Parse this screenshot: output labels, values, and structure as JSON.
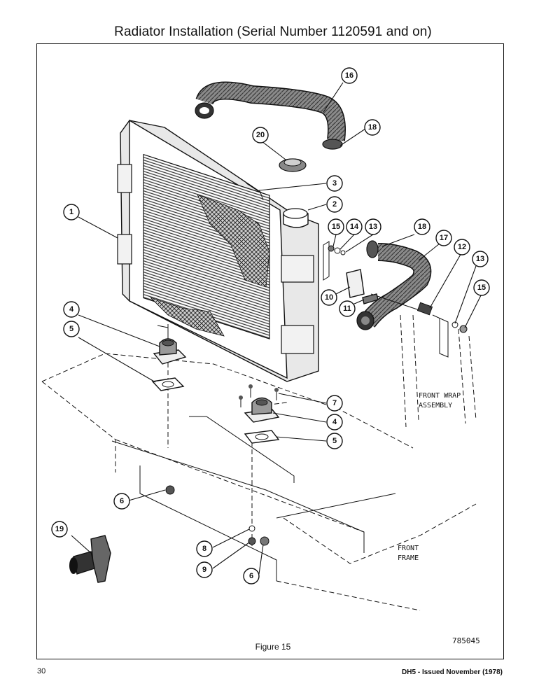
{
  "title": "Radiator Installation (Serial Number 1120591 and on)",
  "caption": "Figure 15",
  "drawing_number": "785045",
  "page_number": "30",
  "footer_issue": "DH5 - Issued November (1978)",
  "labels": {
    "front_wrap_line1": "FRONT WRAP",
    "front_wrap_line2": "ASSEMBLY",
    "front_frame_line1": "FRONT",
    "front_frame_line2": "FRAME"
  },
  "callouts": [
    "16",
    "18",
    "20",
    "3",
    "2",
    "1",
    "15",
    "14",
    "13",
    "18",
    "17",
    "12",
    "13",
    "15",
    "10",
    "11",
    "4",
    "5",
    "7",
    "4",
    "5",
    "6",
    "19",
    "8",
    "9",
    "6"
  ]
}
